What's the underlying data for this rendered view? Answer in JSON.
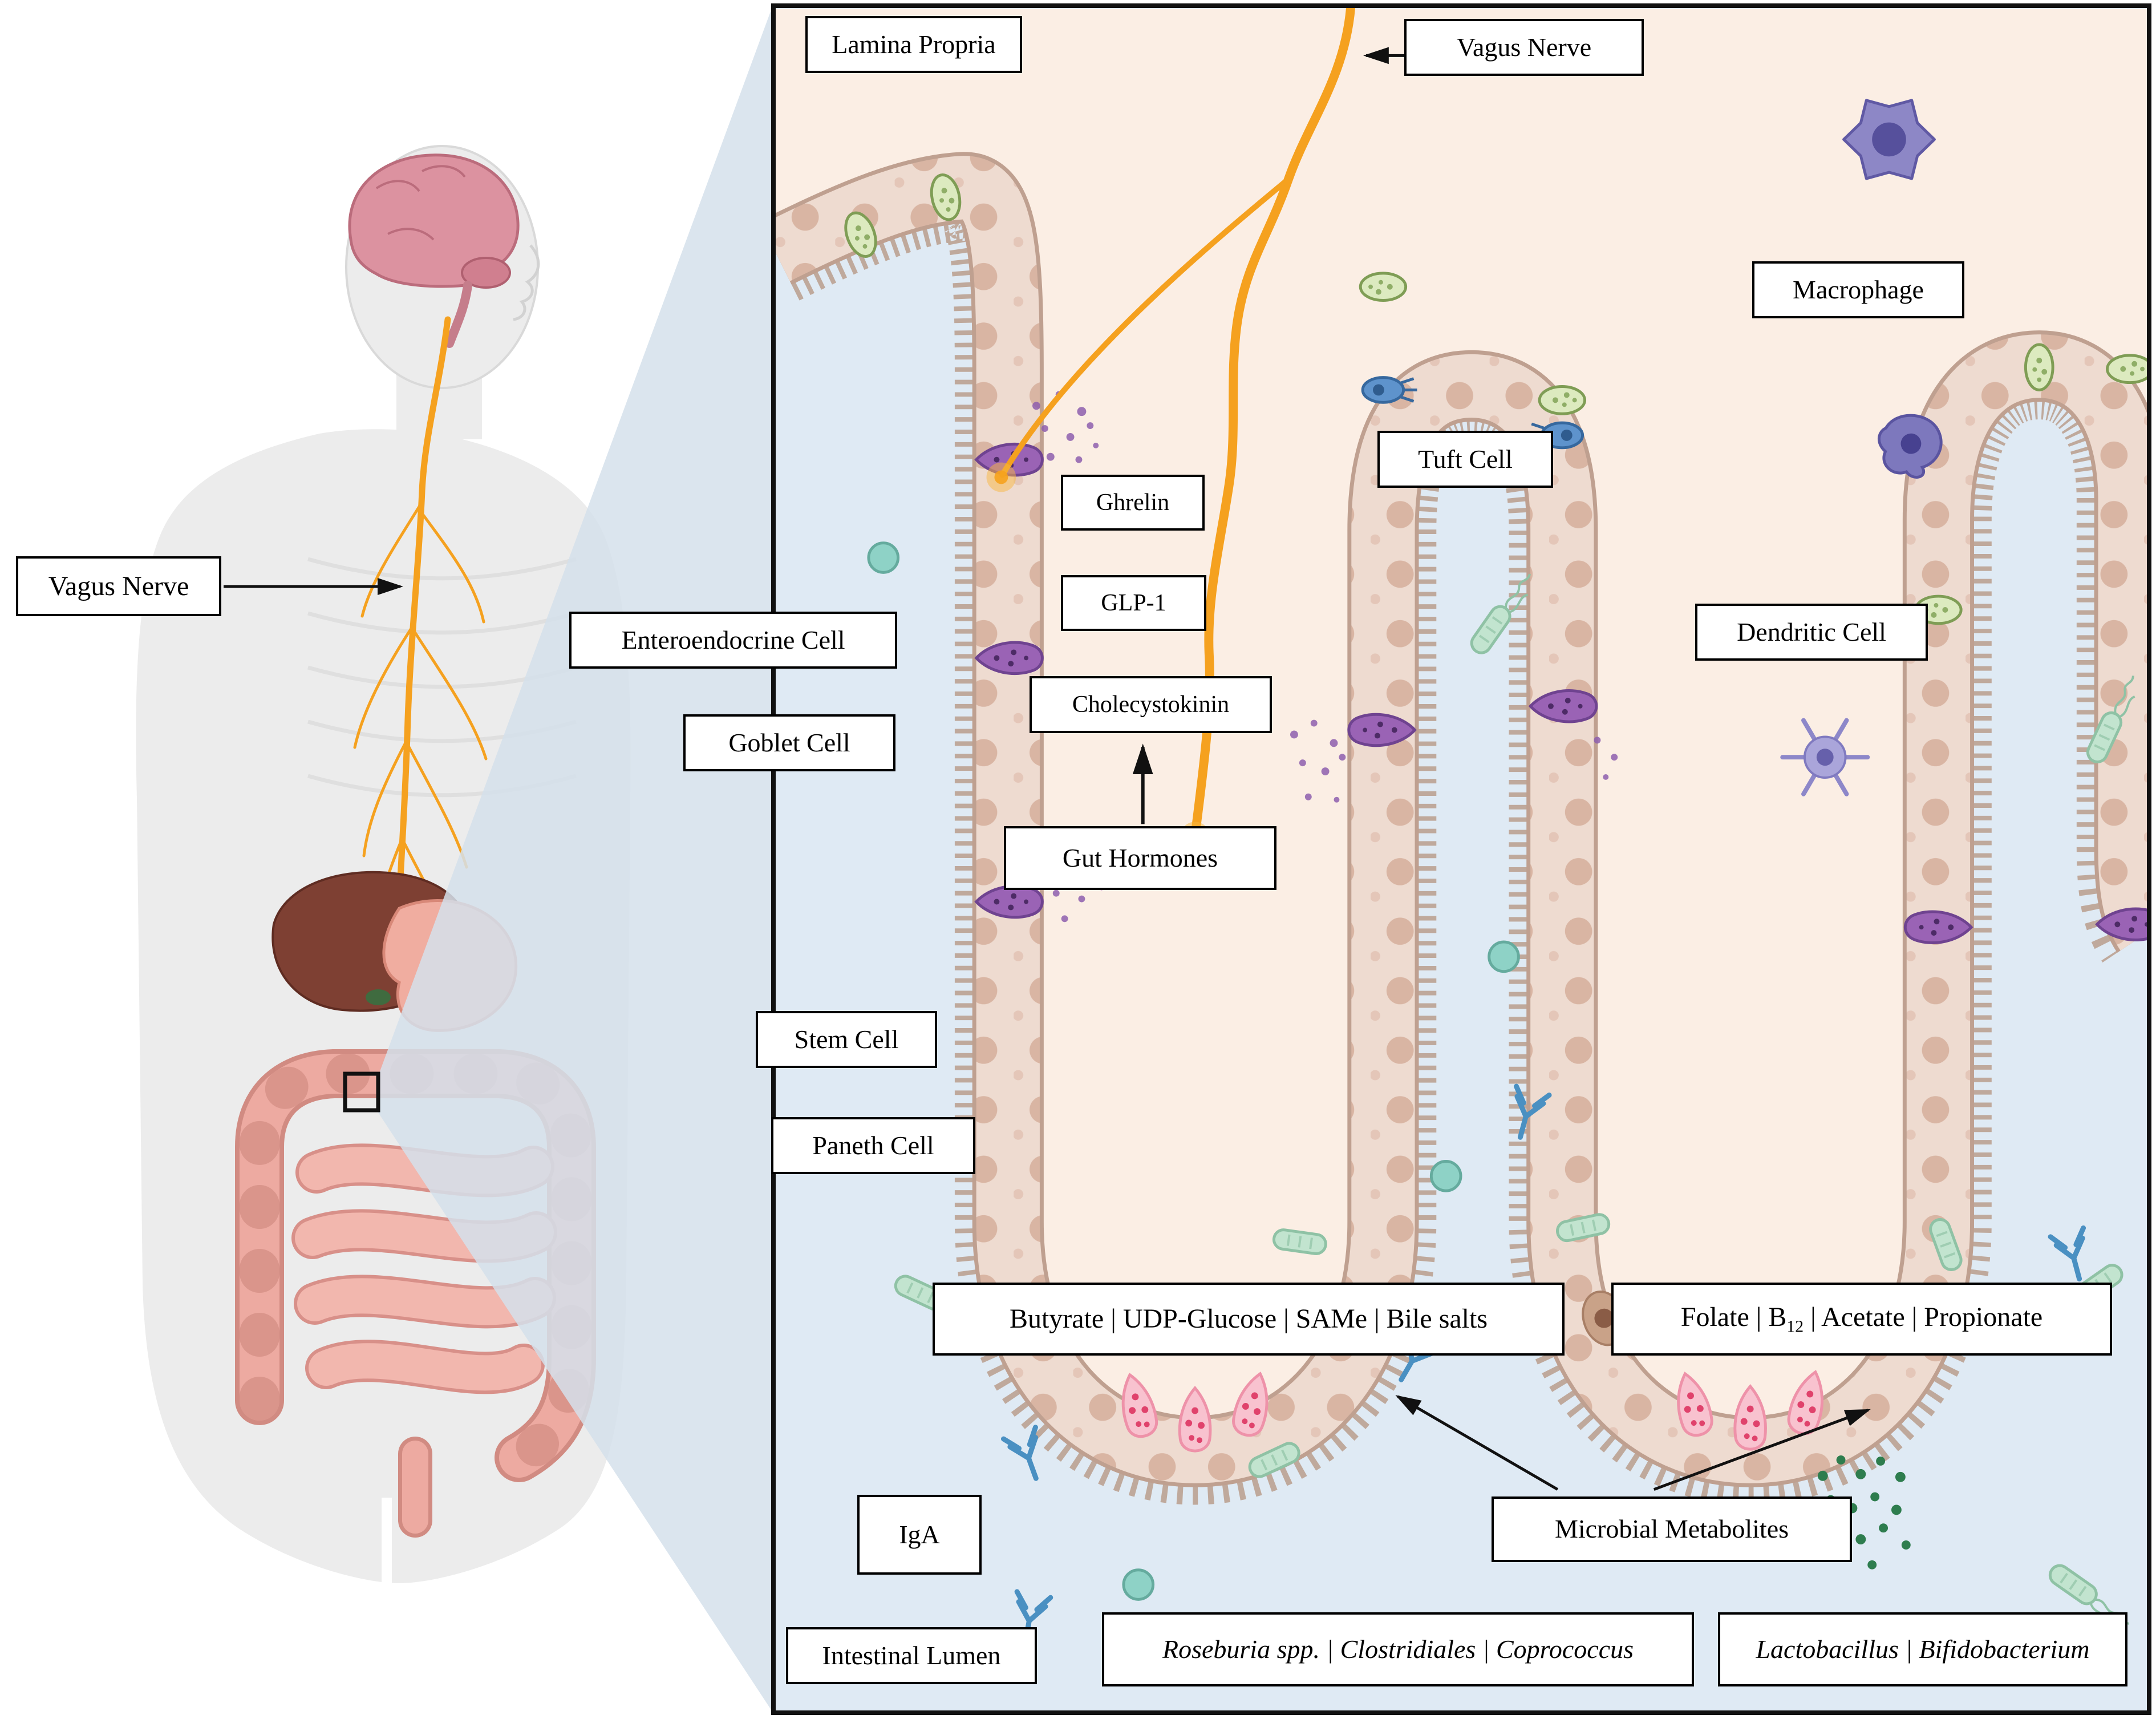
{
  "figure": {
    "vagus_nerve_label": "Vagus Nerve"
  },
  "panel": {
    "labels": {
      "lamina_propria": "Lamina Propria",
      "vagus_nerve": "Vagus Nerve",
      "macrophage": "Macrophage",
      "tuft_cell": "Tuft Cell",
      "dendritic_cell": "Dendritic Cell",
      "enteroendocrine_cell": "Enteroendocrine Cell",
      "goblet_cell": "Goblet Cell",
      "ghrelin": "Ghrelin",
      "glp1": "GLP-1",
      "cholecystokinin": "Cholecystokinin",
      "gut_hormones": "Gut Hormones",
      "stem_cell": "Stem Cell",
      "paneth_cell": "Paneth Cell",
      "metabolites_left": "Butyrate | UDP-Glucose | SAMe | Bile salts",
      "folate_pre": "Folate | B",
      "folate_sub": "12",
      "folate_post": " | Acetate | Propionate",
      "microbial_metabolites": "Microbial Metabolites",
      "iga": "IgA",
      "intestinal_lumen": "Intestinal Lumen",
      "bacteria_left": "Roseburia spp. | Clostridiales | Coprococcus",
      "bacteria_right": "Lactobacillus | Bifidobacterium"
    }
  },
  "colors": {
    "nerve": "#F5A11F",
    "lamina_propria_bg": "#FBEEE4",
    "lumen_bg": "#DFEAF4",
    "epithelium": "#EDDACF",
    "enteroendocrine_cell": "#9A63B5",
    "goblet_cell": "#DCEABF",
    "tuft_cell": "#5E93CC",
    "paneth_cell": "#F8C2CF",
    "stem_cell": "#C9A288",
    "macrophage": "#8D87C6",
    "dendritic_cell": "#AAA5DA",
    "bacteria": "#C2E4CF",
    "antibody": "#4A90C2"
  }
}
